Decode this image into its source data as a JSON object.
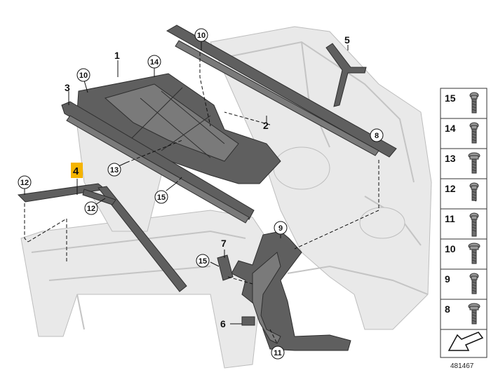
{
  "diagram": {
    "part_labels": [
      {
        "id": "p1",
        "text": "1",
        "style": "plain"
      },
      {
        "id": "p2",
        "text": "2",
        "style": "plain"
      },
      {
        "id": "p3",
        "text": "3",
        "style": "plain"
      },
      {
        "id": "p4",
        "text": "4",
        "style": "highlight",
        "highlight_color": "#f5b400"
      },
      {
        "id": "p5",
        "text": "5",
        "style": "plain"
      },
      {
        "id": "p6",
        "text": "6",
        "style": "plain"
      },
      {
        "id": "p7",
        "text": "7",
        "style": "plain"
      },
      {
        "id": "c8",
        "text": "8",
        "style": "circle"
      },
      {
        "id": "c9",
        "text": "9",
        "style": "circle"
      },
      {
        "id": "c10a",
        "text": "10",
        "style": "circle"
      },
      {
        "id": "c10b",
        "text": "10",
        "style": "circle"
      },
      {
        "id": "c11",
        "text": "11",
        "style": "circle"
      },
      {
        "id": "c12a",
        "text": "12",
        "style": "circle"
      },
      {
        "id": "c12b",
        "text": "12",
        "style": "circle"
      },
      {
        "id": "c13",
        "text": "13",
        "style": "circle"
      },
      {
        "id": "c14",
        "text": "14",
        "style": "circle"
      },
      {
        "id": "c15a",
        "text": "15",
        "style": "circle"
      },
      {
        "id": "c15b",
        "text": "15",
        "style": "circle"
      }
    ],
    "fastener_table": [
      {
        "label": "15",
        "icon": "bolt-thin-icon"
      },
      {
        "label": "14",
        "icon": "bolt-hex-icon"
      },
      {
        "label": "13",
        "icon": "bolt-flange-icon"
      },
      {
        "label": "12",
        "icon": "screw-small-icon"
      },
      {
        "label": "11",
        "icon": "bolt-long-icon"
      },
      {
        "label": "10",
        "icon": "bolt-washer-icon"
      },
      {
        "label": "9",
        "icon": "bolt-hex-icon"
      },
      {
        "label": "8",
        "icon": "bolt-flange-icon"
      }
    ],
    "direction_icon": "arrow-front-direction-icon",
    "diagram_number": "481467"
  }
}
